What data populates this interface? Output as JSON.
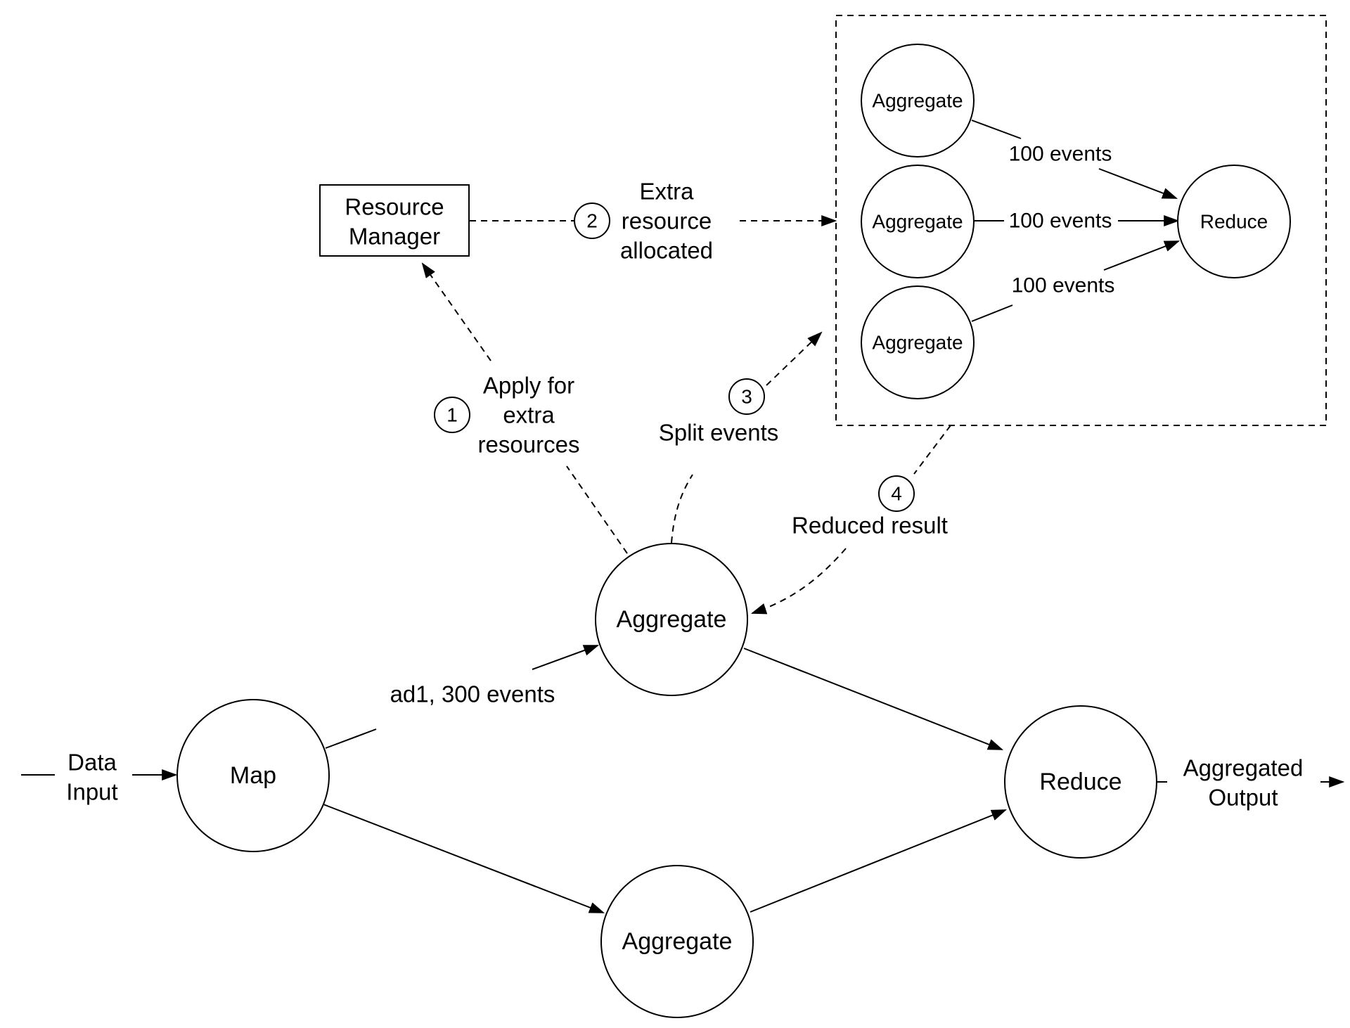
{
  "nodes": {
    "map": "Map",
    "aggregate_top": "Aggregate",
    "aggregate_bottom": "Aggregate",
    "reduce_main": "Reduce",
    "resource_manager": [
      "Resource",
      "Manager"
    ],
    "group_aggregate_1": "Aggregate",
    "group_aggregate_2": "Aggregate",
    "group_aggregate_3": "Aggregate",
    "group_reduce": "Reduce"
  },
  "labels": {
    "data_input": [
      "Data",
      "Input"
    ],
    "aggregated_output": [
      "Aggregated",
      "Output"
    ],
    "ad1_events": "ad1, 300 events",
    "apply_extra": [
      "Apply for",
      "extra",
      "resources"
    ],
    "extra_allocated": [
      "Extra",
      "resource",
      "allocated"
    ],
    "split_events": "Split events",
    "reduced_result": "Reduced result",
    "edge_events_1": "100 events",
    "edge_events_2": "100 events",
    "edge_events_3": "100 events"
  },
  "steps": [
    "1",
    "2",
    "3",
    "4"
  ]
}
